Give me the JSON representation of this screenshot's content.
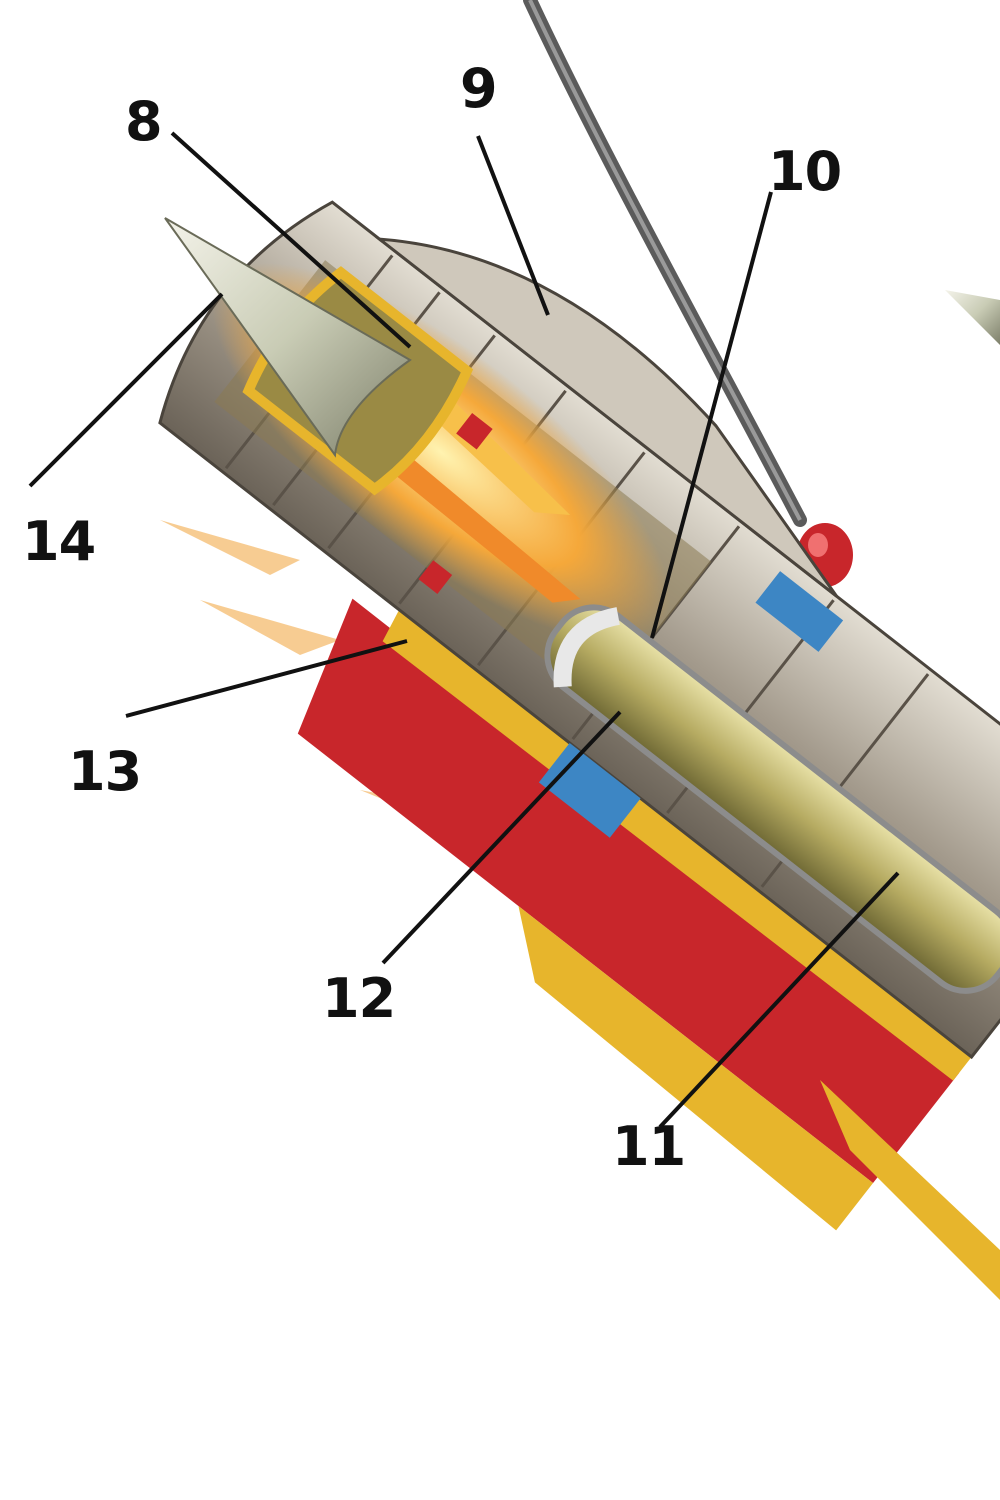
{
  "callouts": [
    {
      "id": "8",
      "label": "8"
    },
    {
      "id": "9",
      "label": "9"
    },
    {
      "id": "10",
      "label": "10"
    },
    {
      "id": "11",
      "label": "11"
    },
    {
      "id": "12",
      "label": "12"
    },
    {
      "id": "13",
      "label": "13"
    },
    {
      "id": "14",
      "label": "14"
    }
  ],
  "colors": {
    "background": "#ffffff",
    "leader_line": "#111111",
    "label_text": "#111111",
    "hull_metal": "#b9b2a6",
    "engine_core": "#f2a33a",
    "hull_red": "#c8262b",
    "hull_yellow": "#e7b52c",
    "accent_blue": "#3d86c4",
    "nose_cone": "#d6d7c4"
  }
}
